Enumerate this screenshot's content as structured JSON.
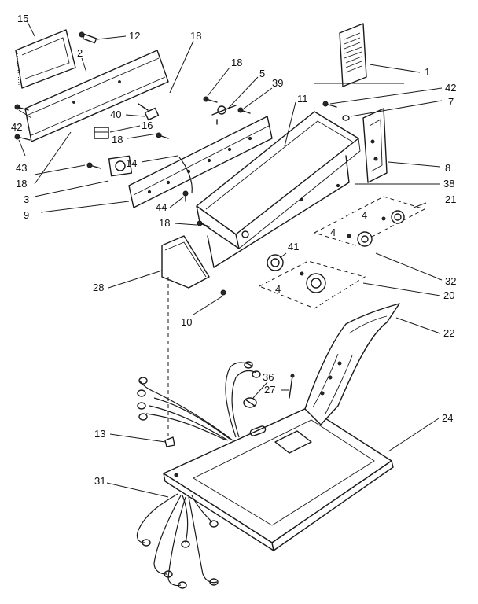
{
  "callouts": {
    "c1": "1",
    "c2": "2",
    "c3": "3",
    "c4a": "4",
    "c4b": "4",
    "c4c": "4",
    "c5": "5",
    "c7": "7",
    "c8": "8",
    "c9": "9",
    "c10": "10",
    "c11": "11",
    "c12": "12",
    "c13": "13",
    "c14": "14",
    "c15": "15",
    "c16": "16",
    "c18a": "18",
    "c18b": "18",
    "c18c": "18",
    "c18d": "18",
    "c18e": "18",
    "c20": "20",
    "c21": "21",
    "c22": "22",
    "c24": "24",
    "c27": "27",
    "c28": "28",
    "c31": "31",
    "c32": "32",
    "c36": "36",
    "c38": "38",
    "c39": "39",
    "c40": "40",
    "c41": "41",
    "c42a": "42",
    "c42b": "42",
    "c43": "43",
    "c44": "44"
  },
  "colors": {
    "line": "#1a1a1a",
    "background": "#ffffff"
  }
}
